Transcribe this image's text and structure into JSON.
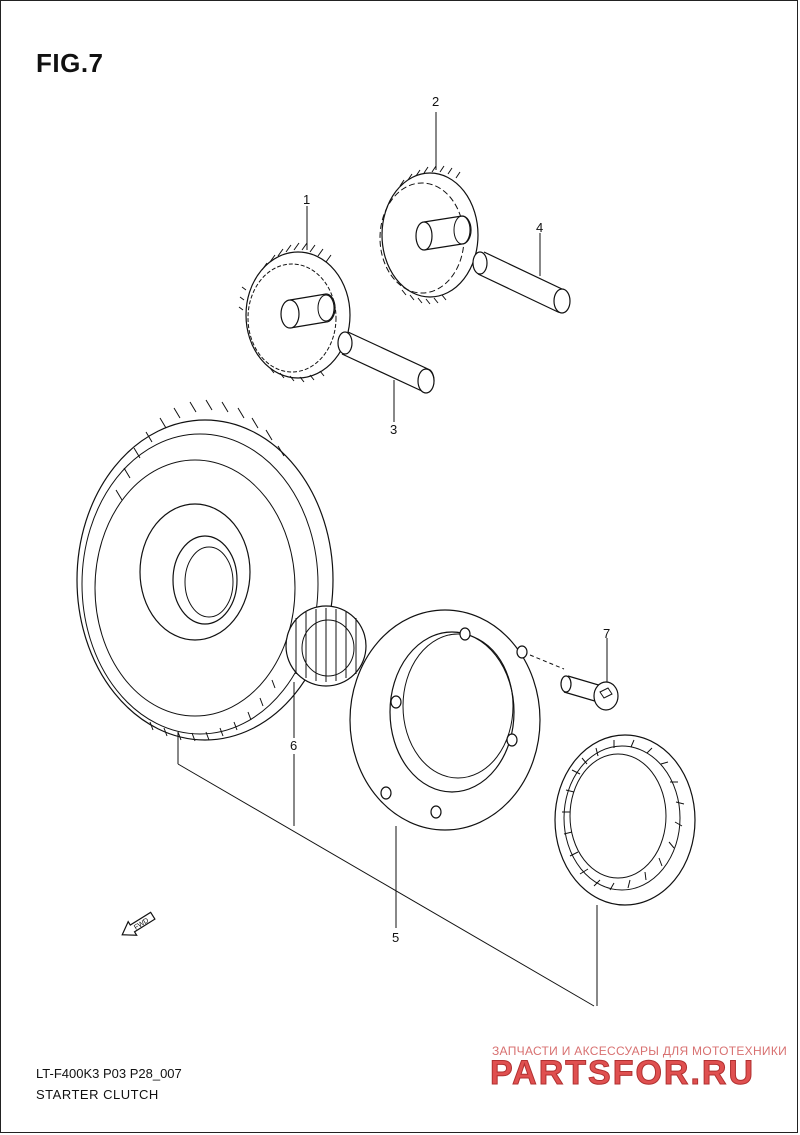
{
  "figure": {
    "title": "FIG.7",
    "model_code": "LT-F400K3 P03 P28_007",
    "section_name": "STARTER CLUTCH"
  },
  "callouts": [
    {
      "number": "1",
      "part": "starter-idle-gear-no1"
    },
    {
      "number": "2",
      "part": "starter-idle-gear-no2"
    },
    {
      "number": "3",
      "part": "idle-gear-shaft-no1"
    },
    {
      "number": "4",
      "part": "idle-gear-shaft-no2"
    },
    {
      "number": "5",
      "part": "starter-clutch-assy"
    },
    {
      "number": "6",
      "part": "needle-bearing"
    },
    {
      "number": "7",
      "part": "bolt"
    }
  ],
  "direction_marker": {
    "label": "FWD",
    "icon": "arrow-left-down-icon"
  },
  "watermark": {
    "tagline": "ЗАПЧАСТИ И АКСЕССУАРЫ ДЛЯ МОТОТЕХНИКИ",
    "logo_text": "PARTSFOR.RU",
    "color": "#e05050"
  },
  "colors": {
    "ink": "#111111",
    "background": "#ffffff"
  }
}
